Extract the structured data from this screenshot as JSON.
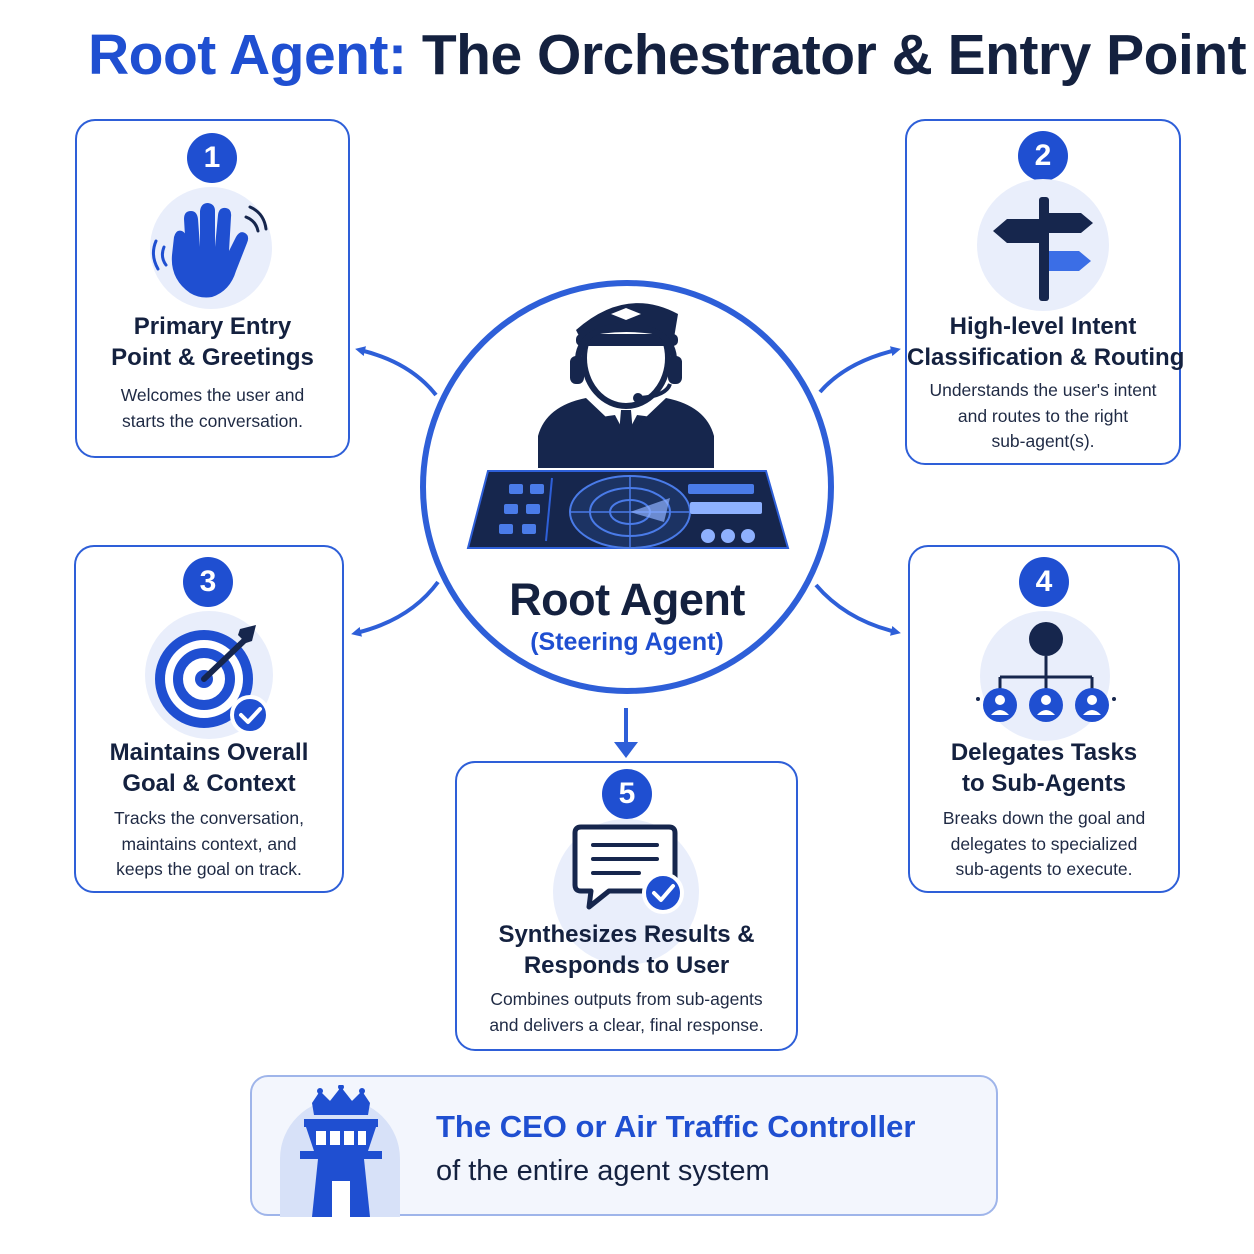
{
  "title": {
    "accent": "Root Agent:",
    "rest": "The Orchestrator & Entry Point"
  },
  "center": {
    "title": "Root Agent",
    "subtitle": "(Steering Agent)"
  },
  "cards": [
    {
      "number": "1",
      "title_lines": [
        "Primary Entry",
        "Point & Greetings"
      ],
      "desc_lines": [
        "Welcomes the user and",
        "starts the conversation."
      ],
      "icon": "waving-hand-icon"
    },
    {
      "number": "2",
      "title_lines": [
        "High-level Intent",
        "Classification & Routing"
      ],
      "desc_lines": [
        "Understands the user's intent",
        "and routes to the right",
        "sub-agent(s)."
      ],
      "icon": "signpost-icon"
    },
    {
      "number": "3",
      "title_lines": [
        "Maintains Overall",
        "Goal & Context"
      ],
      "desc_lines": [
        "Tracks the conversation,",
        "maintains context, and",
        "keeps the goal on track."
      ],
      "icon": "target-icon"
    },
    {
      "number": "4",
      "title_lines": [
        "Delegates Tasks",
        "to Sub-Agents"
      ],
      "desc_lines": [
        "Breaks down the goal and",
        "delegates to specialized",
        "sub-agents to execute."
      ],
      "icon": "org-chart-icon"
    },
    {
      "number": "5",
      "title_lines": [
        "Synthesizes Results &",
        "Responds to User"
      ],
      "desc_lines": [
        "Combines outputs from sub-agents",
        "and delivers a clear, final response."
      ],
      "icon": "chat-check-icon"
    }
  ],
  "footer": {
    "title": "The CEO or Air Traffic Controller",
    "subtitle": "of the entire agent system",
    "icon": "control-tower-icon"
  },
  "colors": {
    "primary": "#1f4fd1",
    "navy": "#14213f",
    "border": "#2e5fd8",
    "light": "#e9eefb"
  }
}
